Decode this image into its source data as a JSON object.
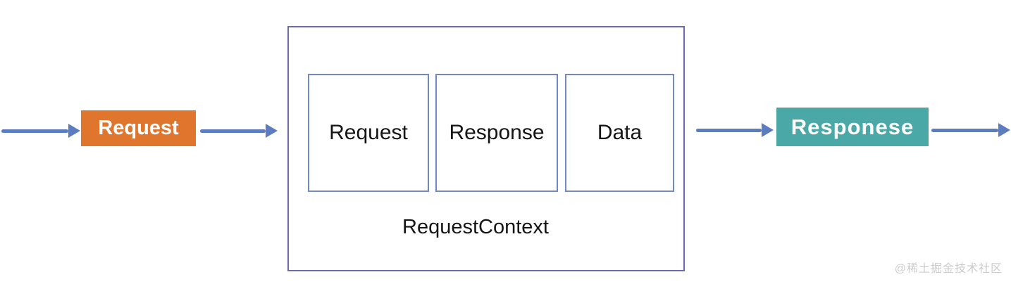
{
  "diagram": {
    "input_badge": {
      "label": "Request"
    },
    "output_badge": {
      "label": "Responese"
    },
    "context": {
      "label": "RequestContext",
      "inner_boxes": [
        {
          "label": "Request"
        },
        {
          "label": "Response"
        },
        {
          "label": "Data"
        }
      ]
    },
    "watermark": "@稀土掘金技术社区",
    "colors": {
      "request_badge_orange": "#E0752D",
      "response_badge_teal": "#4AA9A6",
      "arrow_blue": "#5B7CC0",
      "context_border": "#6B6BAE",
      "inner_box_border": "#7188C6",
      "watermark_gray": "#C9CBCD"
    }
  }
}
